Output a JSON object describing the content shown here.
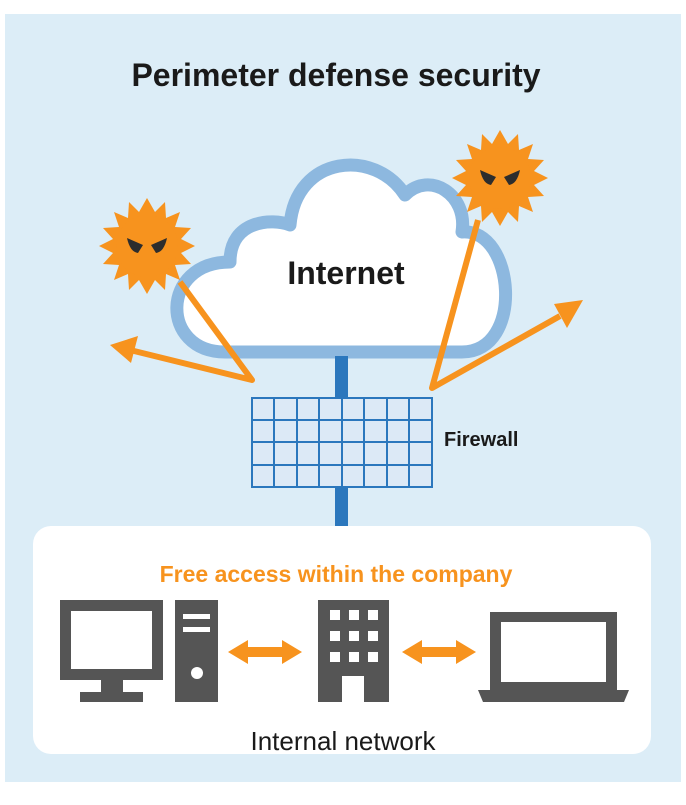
{
  "title": "Perimeter defense security",
  "cloud_label": "Internet",
  "firewall_label": "Firewall",
  "inner_title": "Free access within the company",
  "network_label": "Internal network",
  "colors": {
    "panel_bg": "#dcedf7",
    "cloud_outline": "#8db8df",
    "firewall_blue": "#2b77bd",
    "firewall_cell": "#dce9f6",
    "accent_orange": "#f7931e",
    "device_gray": "#555555",
    "text_dark": "#1a1a1a"
  },
  "icons": [
    "virus-icon",
    "virus-icon",
    "desktop-computer-icon",
    "server-tower-icon",
    "office-building-icon",
    "laptop-icon",
    "double-arrow-icon"
  ]
}
